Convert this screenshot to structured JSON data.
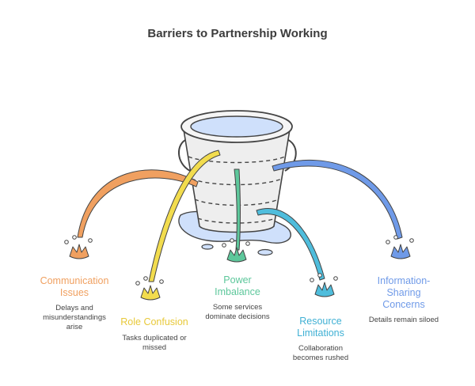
{
  "title": "Barriers to Partnership Working",
  "colors": {
    "orange": "#f0a060",
    "yellow": "#f2dc4e",
    "green": "#5dc79b",
    "teal": "#4fbddc",
    "blue": "#6f9ae8",
    "water": "#cfe0fb",
    "bucket_fill": "#eeeeee",
    "bucket_stroke": "#444444"
  },
  "icons": [
    "bucket-icon",
    "water-puddle-icon",
    "splash-icon"
  ],
  "items": [
    {
      "title": "Communication Issues",
      "title_lines": [
        "Communication",
        "Issues"
      ],
      "description": "Delays and misunderstandings arise",
      "description_lines": [
        "Delays and",
        "misunderstandings",
        "arise"
      ],
      "color": "#f0a060"
    },
    {
      "title": "Role Confusion",
      "title_lines": [
        "Role Confusion"
      ],
      "description": "Tasks duplicated or missed",
      "description_lines": [
        "Tasks duplicated or",
        "missed"
      ],
      "color": "#e8c93a"
    },
    {
      "title": "Power Imbalance",
      "title_lines": [
        "Power",
        "Imbalance"
      ],
      "description": "Some services dominate decisions",
      "description_lines": [
        "Some services",
        "dominate decisions"
      ],
      "color": "#5dc79b"
    },
    {
      "title": "Resource Limitations",
      "title_lines": [
        "Resource",
        "Limitations"
      ],
      "description": "Collaboration becomes rushed",
      "description_lines": [
        "Collaboration",
        "becomes rushed"
      ],
      "color": "#3fb0d4"
    },
    {
      "title": "Information-Sharing Concerns",
      "title_lines": [
        "Information-",
        "Sharing",
        "Concerns"
      ],
      "description": "Details remain siloed",
      "description_lines": [
        "Details remain siloed"
      ],
      "color": "#6f9ae8"
    }
  ]
}
